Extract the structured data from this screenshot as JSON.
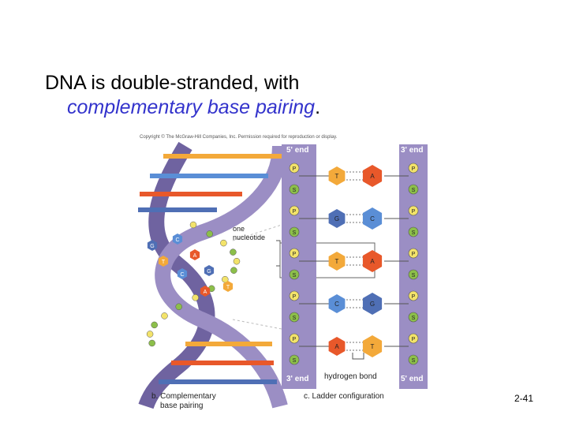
{
  "slide": {
    "title_line1": "DNA is double-stranded, with",
    "title_emph": "complementary base pairing",
    "title_period": ".",
    "slide_number": "2-41"
  },
  "figure": {
    "copyright": "Copyright © The McGraw-Hill Companies, Inc. Permission required for reproduction or display.",
    "label_5end_top": "5' end",
    "label_3end_top": "3' end",
    "label_3end_bottom": "3' end",
    "label_5end_bottom": "5' end",
    "one_nucleotide_line1": "one",
    "one_nucleotide_line2": "nucleotide",
    "hydrogen_bond": "hydrogen bond",
    "caption_b_line1": "b. Complementary",
    "caption_b_line2": "base pairing",
    "caption_c": "c. Ladder configuration",
    "phosphate": "P",
    "sugar": "S",
    "ladder_pairs": [
      {
        "left": "T",
        "right": "A"
      },
      {
        "left": "G",
        "right": "C"
      },
      {
        "left": "T",
        "right": "A"
      },
      {
        "left": "C",
        "right": "G"
      },
      {
        "left": "A",
        "right": "T"
      }
    ],
    "helix_bases": [
      "G",
      "C",
      "T",
      "A",
      "C",
      "G",
      "A",
      "T"
    ],
    "colors": {
      "backbone": "#9b8ec4",
      "backbone_dark": "#6f63a0",
      "phosphate": "#f3e36a",
      "sugar": "#8cbf4a",
      "T": "#f3a93a",
      "A": "#e8582a",
      "G": "#4f6fb5",
      "C": "#5a8ed6"
    }
  }
}
